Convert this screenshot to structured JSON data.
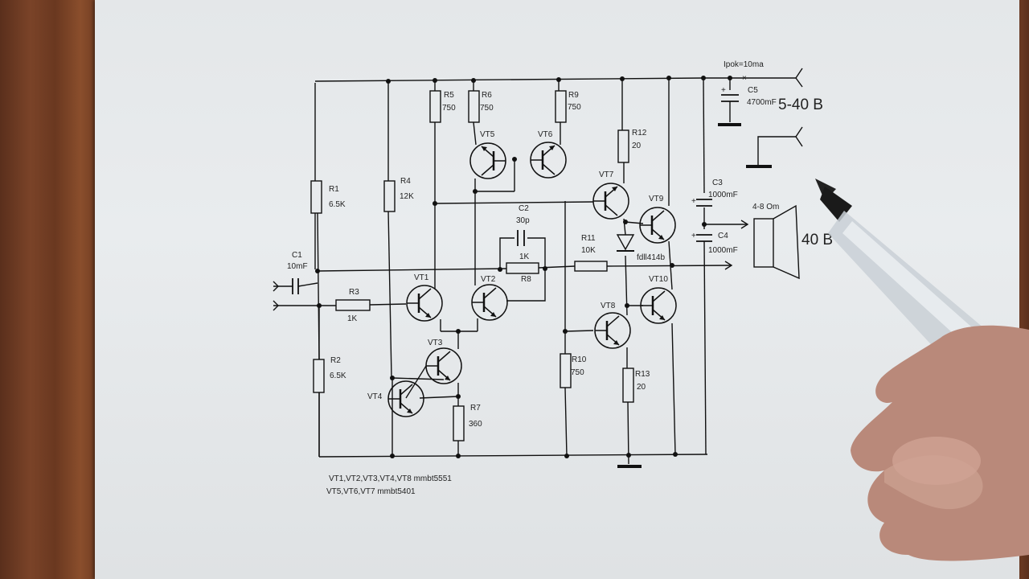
{
  "components": {
    "r1": {
      "name": "R1",
      "value": "6.5K"
    },
    "r2": {
      "name": "R2",
      "value": "6.5K"
    },
    "r3": {
      "name": "R3",
      "value": "1K"
    },
    "r4": {
      "name": "R4",
      "value": "12K"
    },
    "r5": {
      "name": "R5",
      "value": "750"
    },
    "r6": {
      "name": "R6",
      "value": "750"
    },
    "r7": {
      "name": "R7",
      "value": "360"
    },
    "r8": {
      "name": "R8",
      "value": "1K"
    },
    "r9": {
      "name": "R9",
      "value": "750"
    },
    "r10": {
      "name": "R10",
      "value": "750"
    },
    "r11": {
      "name": "R11",
      "value": "10K"
    },
    "r12": {
      "name": "R12",
      "value": "20"
    },
    "r13": {
      "name": "R13",
      "value": "20"
    },
    "c1": {
      "name": "C1",
      "value": "10mF"
    },
    "c2": {
      "name": "C2",
      "value": "30p"
    },
    "c3": {
      "name": "C3",
      "value": "1000mF"
    },
    "c4": {
      "name": "C4",
      "value": "1000mF"
    },
    "c5": {
      "name": "C5",
      "value": "4700mF"
    },
    "d1": {
      "value": "fdll414b"
    },
    "vt1": "VT1",
    "vt2": "VT2",
    "vt3": "VT3",
    "vt4": "VT4",
    "vt5": "VT5",
    "vt6": "VT6",
    "vt7": "VT7",
    "vt8": "VT8",
    "vt9": "VT9",
    "vt10": "VT10"
  },
  "supply": {
    "current_label": "Ipok=10ma",
    "voltage_label": "5-40 B"
  },
  "speaker": {
    "impedance_label": "4-8 Om",
    "power_label": "40 B"
  },
  "notes": {
    "npn_line": "VT1,VT2,VT3,VT4,VT8   mmbt5551",
    "pnp_line": "VT5,VT6,VT7   mmbt5401"
  }
}
